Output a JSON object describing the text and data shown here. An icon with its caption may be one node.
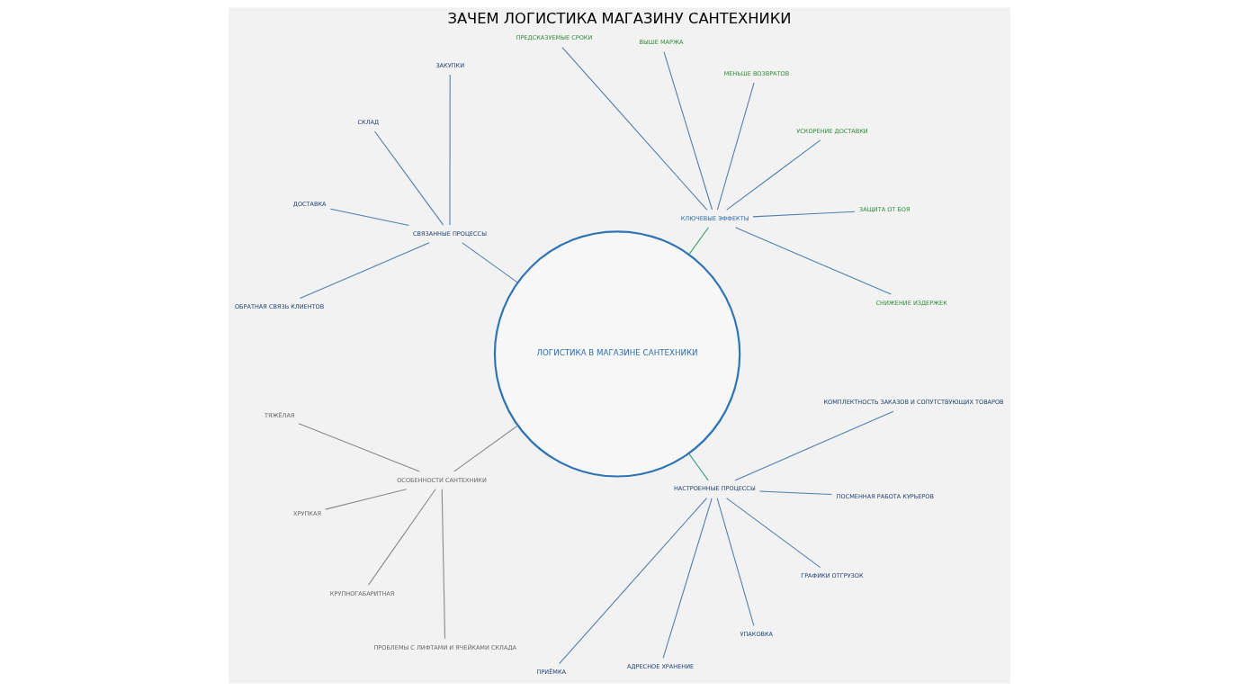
{
  "diagram": {
    "title": "ЗАЧЕМ ЛОГИСТИКА МАГАЗИНУ САНТЕХНИКИ",
    "nodes": [
      {
        "text": [
          "ЛОГИСТИКА В МАГАЗИНЕ САНТЕХНИКИ"
        ]
      },
      {
        "text": [
          "КЛЮЧЕВЫЕ ЭФФЕКТЫ"
        ]
      },
      {
        "text": [
          "СНИЖЕНИЕ ИЗДЕРЖЕК"
        ]
      },
      {
        "text": [
          "ЗАЩИТА ОТ БОЯ"
        ]
      },
      {
        "text": [
          "УСКОРЕНИЕ ДОСТАВКИ"
        ]
      },
      {
        "text": [
          "МЕНЬШЕ ВОЗВРАТОВ"
        ]
      },
      {
        "text": [
          "ВЫШЕ МАРЖА"
        ]
      },
      {
        "text": [
          "ПРЕДСКАЗУЕМЫЕ СРОКИ"
        ]
      },
      {
        "text": [
          "СВЯЗАННЫЕ ПРОЦЕССЫ"
        ]
      },
      {
        "text": [
          "ЗАКУПКИ"
        ]
      },
      {
        "text": [
          "СКЛАД"
        ]
      },
      {
        "text": [
          "ДОСТАВКА"
        ]
      },
      {
        "text": [
          "ОБРАТНАЯ СВЯЗЬ КЛИЕНТОВ"
        ]
      },
      {
        "text": [
          "ОСОБЕННОСТИ САНТЕХНИКИ"
        ]
      },
      {
        "text": [
          "ТЯЖЁЛАЯ"
        ]
      },
      {
        "text": [
          "ХРУПКАЯ"
        ]
      },
      {
        "text": [
          "КРУПНОГАБАРИТНАЯ"
        ]
      },
      {
        "text": [
          "ПРОБЛЕМЫ С ЛИФТАМИ И ЯЧЕЙКАМИ СКЛАДА"
        ]
      },
      {
        "text": [
          "НАСТРОЕННЫЕ ПРОЦЕССЫ"
        ]
      },
      {
        "text": [
          "ПРИЁМКА"
        ]
      },
      {
        "text": [
          "АДРЕСНОЕ ХРАНЕНИЕ"
        ]
      },
      {
        "text": [
          "УПАКОВКА"
        ]
      },
      {
        "text": [
          "ГРАФИКИ ОТГРУЗОК"
        ]
      },
      {
        "text": [
          "ПОСМЕННАЯ РАБОТА КУРЬЕРОВ"
        ]
      },
      {
        "text": [
          "КОМПЛЕКТНОСТЬ ЗАКАЗОВ И СОПУТСТВУЮЩИХ ТОВАРОВ"
        ]
      }
    ],
    "edges": [
      {
        "from": 0,
        "to": 1,
        "arrow": "none",
        "color": "#3f9e6a"
      },
      {
        "from": 0,
        "to": 8,
        "arrow": "none"
      },
      {
        "from": 0,
        "to": 13,
        "arrow": "none",
        "color": "#8a8a8a"
      },
      {
        "from": 0,
        "to": 18,
        "arrow": "none",
        "color": "#3a9a8a"
      },
      {
        "from": 1,
        "to": 2,
        "arrow": "none"
      },
      {
        "from": 1,
        "to": 3,
        "arrow": "none"
      },
      {
        "from": 1,
        "to": 4,
        "arrow": "none"
      },
      {
        "from": 1,
        "to": 5,
        "arrow": "none"
      },
      {
        "from": 1,
        "to": 6,
        "arrow": "none"
      },
      {
        "from": 1,
        "to": 7,
        "arrow": "none"
      },
      {
        "from": 8,
        "to": 9,
        "arrow": "none"
      },
      {
        "from": 8,
        "to": 10,
        "arrow": "none"
      },
      {
        "from": 8,
        "to": 11,
        "arrow": "none"
      },
      {
        "from": 8,
        "to": 12,
        "arrow": "none"
      },
      {
        "from": 13,
        "to": 14,
        "arrow": "none",
        "color": "#8a8a8a"
      },
      {
        "from": 13,
        "to": 15,
        "arrow": "none",
        "color": "#8a8a8a"
      },
      {
        "from": 13,
        "to": 16,
        "arrow": "none",
        "color": "#8a8a8a"
      },
      {
        "from": 13,
        "to": 17,
        "arrow": "none",
        "color": "#8a8a8a"
      },
      {
        "from": 18,
        "to": 19,
        "arrow": "none"
      },
      {
        "from": 18,
        "to": 20,
        "arrow": "none"
      },
      {
        "from": 18,
        "to": 21,
        "arrow": "none"
      },
      {
        "from": 18,
        "to": 22,
        "arrow": "none"
      },
      {
        "from": 18,
        "to": 23,
        "arrow": "none"
      },
      {
        "from": 18,
        "to": 24,
        "arrow": "none"
      }
    ]
  }
}
